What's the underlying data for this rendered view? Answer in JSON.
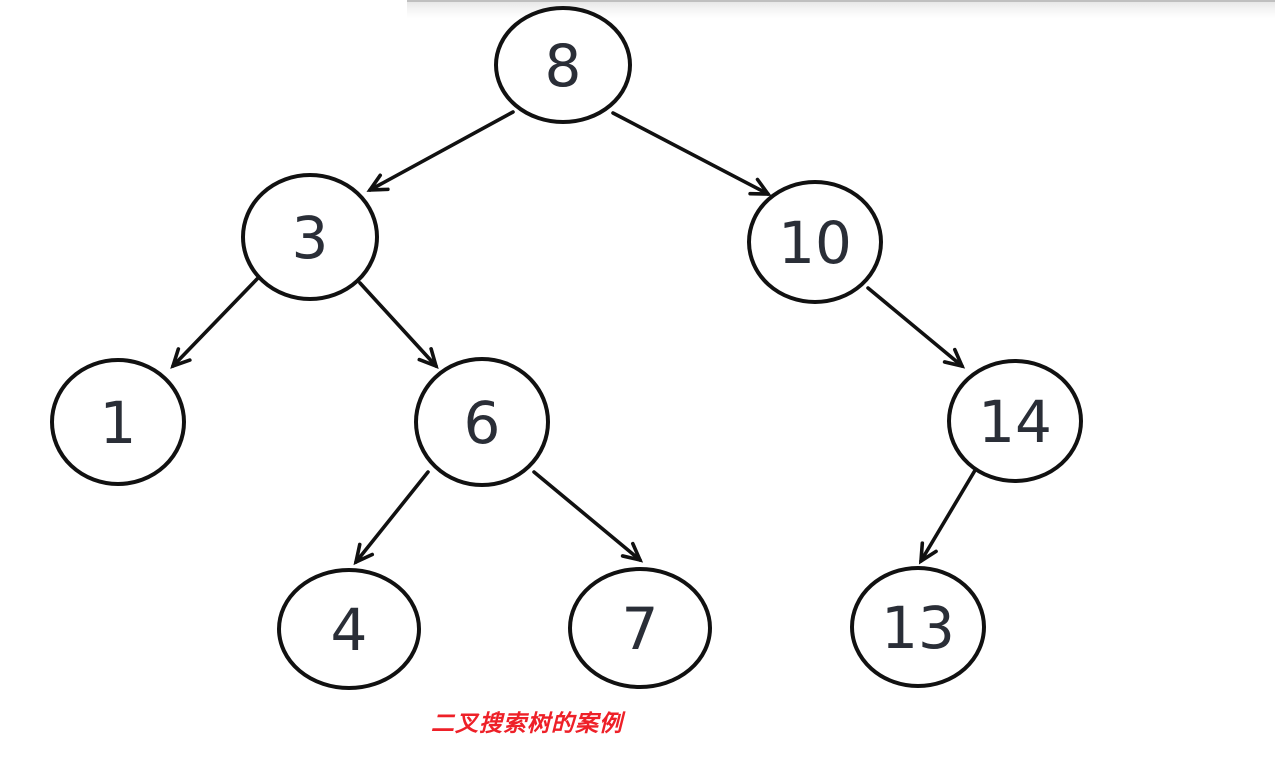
{
  "page": {
    "background": "#ffffff",
    "caption": {
      "text": "二叉搜索树的案例",
      "color": "#ee2028"
    }
  },
  "tree": {
    "kind": "binary-search-tree",
    "colors": {
      "node_stroke": "#111111",
      "node_fill": "#ffffff",
      "value_text": "#2a2e37",
      "edge": "#111111"
    },
    "nodes": [
      {
        "id": "8",
        "value": "8"
      },
      {
        "id": "3",
        "value": "3"
      },
      {
        "id": "10",
        "value": "10"
      },
      {
        "id": "1",
        "value": "1"
      },
      {
        "id": "6",
        "value": "6"
      },
      {
        "id": "14",
        "value": "14"
      },
      {
        "id": "4",
        "value": "4"
      },
      {
        "id": "7",
        "value": "7"
      },
      {
        "id": "13",
        "value": "13"
      }
    ],
    "edges": [
      {
        "from": "8",
        "to": "3"
      },
      {
        "from": "8",
        "to": "10"
      },
      {
        "from": "3",
        "to": "1"
      },
      {
        "from": "3",
        "to": "6"
      },
      {
        "from": "10",
        "to": "14"
      },
      {
        "from": "6",
        "to": "4"
      },
      {
        "from": "6",
        "to": "7"
      },
      {
        "from": "14",
        "to": "13"
      }
    ]
  }
}
